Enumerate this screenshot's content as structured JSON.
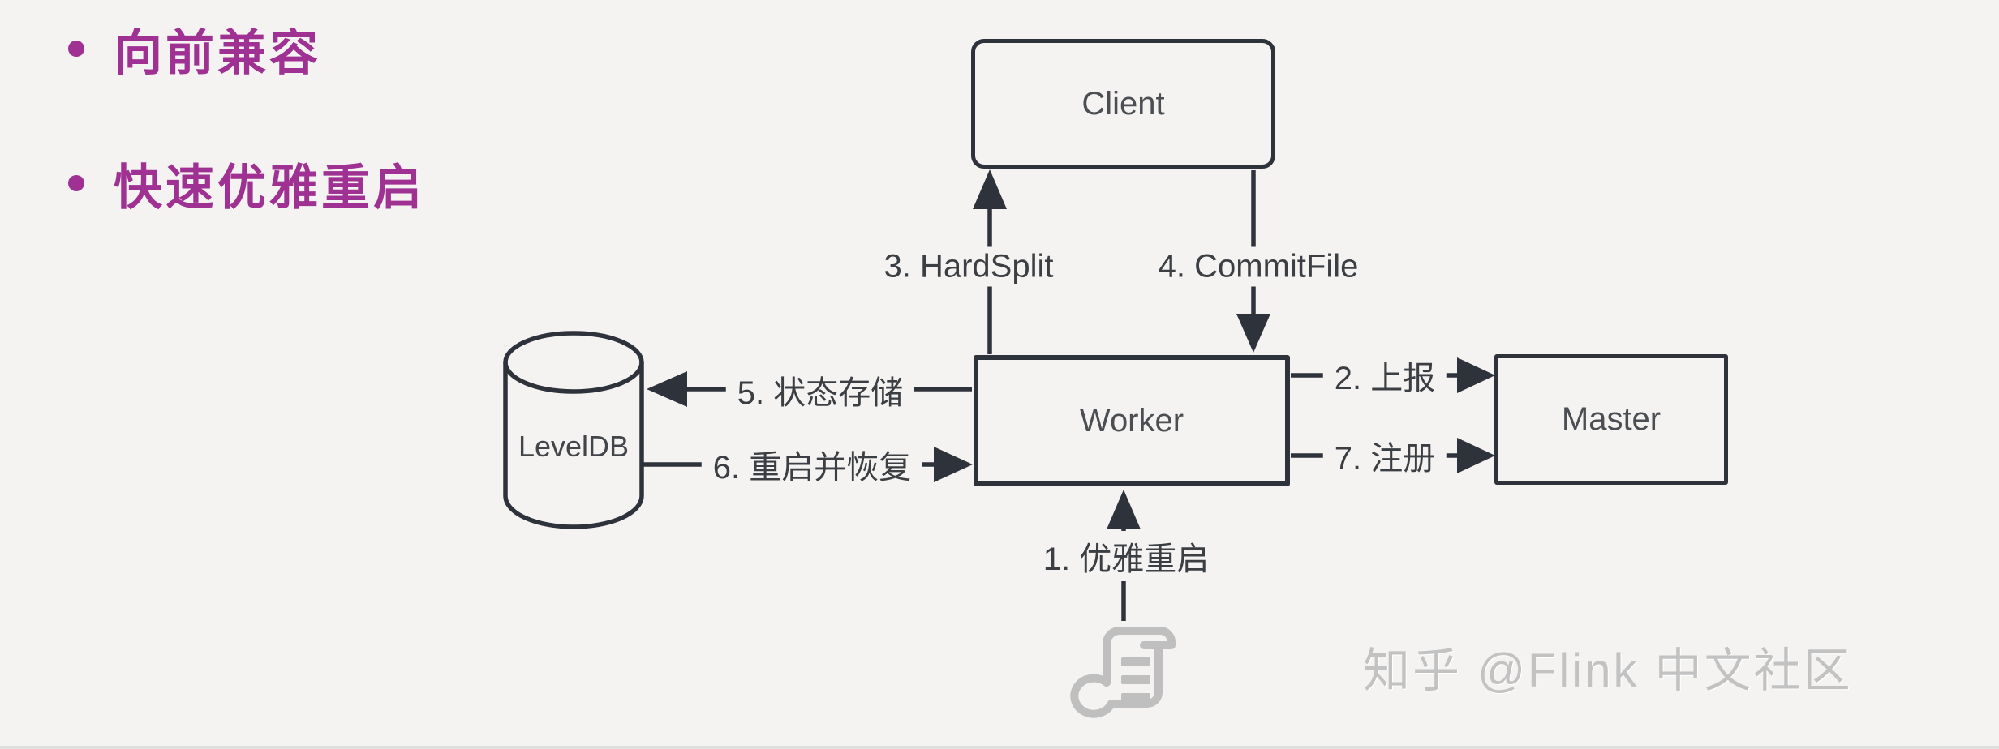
{
  "slide": {
    "background_color": "#f4f3f1",
    "accent_color": "#9e3192",
    "line_color": "#2e323a",
    "watermark_color": "#c2c2c3"
  },
  "bullets": [
    {
      "label": "向前兼容"
    },
    {
      "label": "快速优雅重启"
    }
  ],
  "diagram": {
    "nodes": {
      "client": {
        "label": "Client"
      },
      "worker": {
        "label": "Worker"
      },
      "master": {
        "label": "Master"
      },
      "leveldb": {
        "label": "LevelDB"
      }
    },
    "edges": [
      {
        "label": "1. 优雅重启",
        "from": "outside",
        "to": "worker"
      },
      {
        "label": "2. 上报",
        "from": "worker",
        "to": "master"
      },
      {
        "label": "3. HardSplit",
        "from": "worker",
        "to": "client"
      },
      {
        "label": "4. CommitFile",
        "from": "client",
        "to": "worker"
      },
      {
        "label": "5. 状态存储",
        "from": "worker",
        "to": "leveldb"
      },
      {
        "label": "6. 重启并恢复",
        "from": "leveldb",
        "to": "worker"
      },
      {
        "label": "7. 注册",
        "from": "worker",
        "to": "master"
      }
    ]
  },
  "watermark": {
    "text": "知乎 @Flink 中文社区",
    "icon": "scroll-icon"
  }
}
